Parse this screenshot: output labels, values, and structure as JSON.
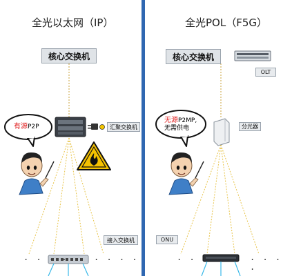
{
  "left": {
    "title": "全光以太网（IP）",
    "core_switch": "核心交换机",
    "agg_switch": "汇聚交换机",
    "access_switch": "接入交换机",
    "bubble_red": "有源",
    "bubble_rest": "P2P",
    "dots": [
      ". . . .",
      ". . . ."
    ]
  },
  "right": {
    "title": "全光POL（F5G）",
    "core_switch": "核心交换机",
    "olt": "OLT",
    "splitter": "分光器",
    "onu": "ONU",
    "bubble_red": "无源",
    "bubble_rest": "P2MP,",
    "bubble_line2": "无需供电",
    "dots": [
      ". . . .",
      ". . . ."
    ]
  },
  "colors": {
    "divider": "#2f67b1",
    "red_text": "#e02020",
    "fiber": "#f2c500",
    "fiber_low": "#38b8e8"
  }
}
